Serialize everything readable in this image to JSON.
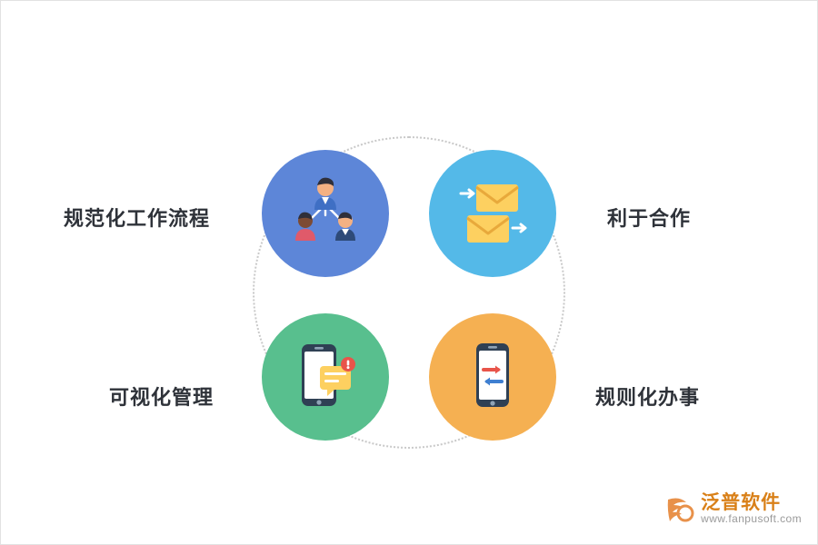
{
  "diagram": {
    "title": "",
    "ring": {
      "style": "dotted",
      "color": "#c9c9c9"
    },
    "nodes": [
      {
        "id": "top-left",
        "label": "规范化工作流程",
        "color": "#5d86d8",
        "icon": "team-people-icon",
        "label_side": "left"
      },
      {
        "id": "top-right",
        "label": "利于合作",
        "color": "#54b9e8",
        "icon": "mail-exchange-icon",
        "label_side": "right"
      },
      {
        "id": "bottom-left",
        "label": "可视化管理",
        "color": "#58bf8e",
        "icon": "phone-message-icon",
        "label_side": "left"
      },
      {
        "id": "bottom-right",
        "label": "规则化办事",
        "color": "#f5b052",
        "icon": "phone-transfer-icon",
        "label_side": "right"
      }
    ]
  },
  "watermark": {
    "brand": "泛普软件",
    "url": "www.fanpusoft.com",
    "brand_color": "#d98018"
  }
}
